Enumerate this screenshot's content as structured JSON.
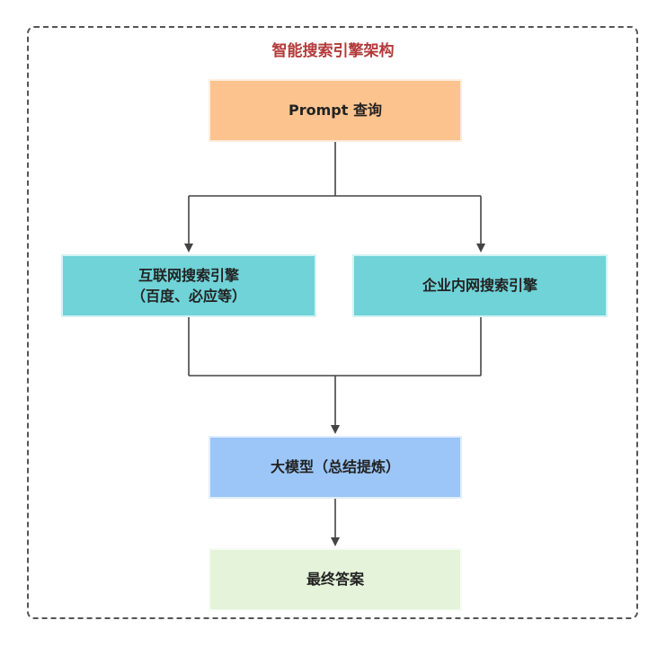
{
  "diagram": {
    "title": "智能搜索引擎架构",
    "nodes": {
      "prompt": "Prompt 查询",
      "internet_line1": "互联网搜索引擎",
      "internet_line2": "（百度、必应等）",
      "enterprise": "企业内网搜索引擎",
      "llm": "大模型（总结提炼）",
      "answer": "最终答案"
    },
    "colors": {
      "prompt": "#fcc38f",
      "search": "#6fd3d8",
      "llm": "#9bc6f7",
      "answer": "#e4f3d9",
      "title": "#b23a3a",
      "line": "#444444"
    }
  }
}
